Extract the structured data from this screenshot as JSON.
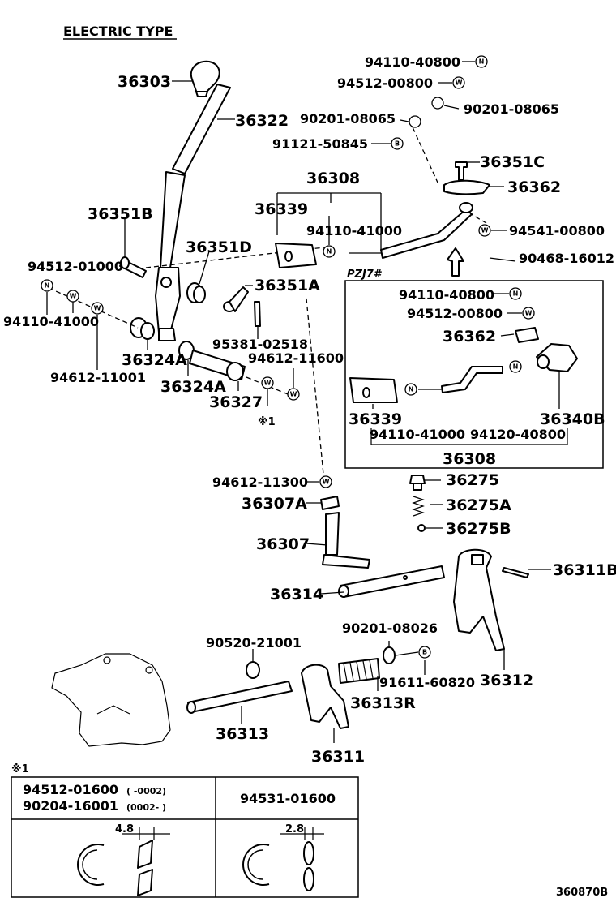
{
  "header": {
    "title": "ELECTRIC TYPE"
  },
  "parts": [
    {
      "id": "p36303",
      "label": "36303"
    },
    {
      "id": "p36322",
      "label": "36322"
    },
    {
      "id": "p36351B",
      "label": "36351B"
    },
    {
      "id": "p36351D",
      "label": "36351D"
    },
    {
      "id": "p36351A",
      "label": "36351A"
    },
    {
      "id": "p36351C",
      "label": "36351C"
    },
    {
      "id": "p36362a",
      "label": "36362"
    },
    {
      "id": "p36308a",
      "label": "36308"
    },
    {
      "id": "p36339a",
      "label": "36339"
    },
    {
      "id": "p94110_41000a",
      "label": "94110-41000"
    },
    {
      "id": "p94110_40800a",
      "label": "94110-40800"
    },
    {
      "id": "p94512_00800a",
      "label": "94512-00800"
    },
    {
      "id": "p90201_08065a",
      "label": "90201-08065"
    },
    {
      "id": "p90201_08065b",
      "label": "90201-08065"
    },
    {
      "id": "p91121_50845",
      "label": "91121-50845"
    },
    {
      "id": "p94541_00800",
      "label": "94541-00800"
    },
    {
      "id": "p90468_16012",
      "label": "90468-16012"
    },
    {
      "id": "p94512_01000",
      "label": "94512-01000"
    },
    {
      "id": "p94110_41000b",
      "label": "94110-41000"
    },
    {
      "id": "p94612_11001",
      "label": "94612-11001"
    },
    {
      "id": "p36324Aa",
      "label": "36324A"
    },
    {
      "id": "p36324Ab",
      "label": "36324A"
    },
    {
      "id": "p36327",
      "label": "36327"
    },
    {
      "id": "p95381_02518",
      "label": "95381-02518"
    },
    {
      "id": "p94612_11600",
      "label": "94612-11600"
    },
    {
      "id": "p94110_40800b",
      "label": "94110-40800"
    },
    {
      "id": "p94512_00800b",
      "label": "94512-00800"
    },
    {
      "id": "p36362b",
      "label": "36362"
    },
    {
      "id": "p36339b",
      "label": "36339"
    },
    {
      "id": "p36340B",
      "label": "36340B"
    },
    {
      "id": "p94110_41000c",
      "label": "94110-41000"
    },
    {
      "id": "p94120_40800",
      "label": "94120-40800"
    },
    {
      "id": "p36308b",
      "label": "36308"
    },
    {
      "id": "p94612_11300",
      "label": "94612-11300"
    },
    {
      "id": "p36275",
      "label": "36275"
    },
    {
      "id": "p36275A",
      "label": "36275A"
    },
    {
      "id": "p36275B",
      "label": "36275B"
    },
    {
      "id": "p36307A",
      "label": "36307A"
    },
    {
      "id": "p36307",
      "label": "36307"
    },
    {
      "id": "p36311B",
      "label": "36311B"
    },
    {
      "id": "p36314",
      "label": "36314"
    },
    {
      "id": "p90201_08026",
      "label": "90201-08026"
    },
    {
      "id": "p90520_21001",
      "label": "90520-21001"
    },
    {
      "id": "p91611_60820",
      "label": "91611-60820"
    },
    {
      "id": "p36312",
      "label": "36312"
    },
    {
      "id": "p36313R",
      "label": "36313R"
    },
    {
      "id": "p36313",
      "label": "36313"
    },
    {
      "id": "p36311",
      "label": "36311"
    }
  ],
  "annotations": {
    "model_code": "PZJ7#",
    "note_mark": "※1"
  },
  "symbols": {
    "nut": "N",
    "washer": "W",
    "bolt": "B"
  },
  "note_table": {
    "mark": "※1",
    "left": [
      {
        "part": "94512-01600",
        "range": "(      -0002)"
      },
      {
        "part": "90204-16001",
        "range": "(0002-      )"
      }
    ],
    "right_part": "94531-01600",
    "left_dimension": "4.8",
    "right_dimension": "2.8"
  },
  "footer": {
    "diagram_code": "360870B"
  }
}
